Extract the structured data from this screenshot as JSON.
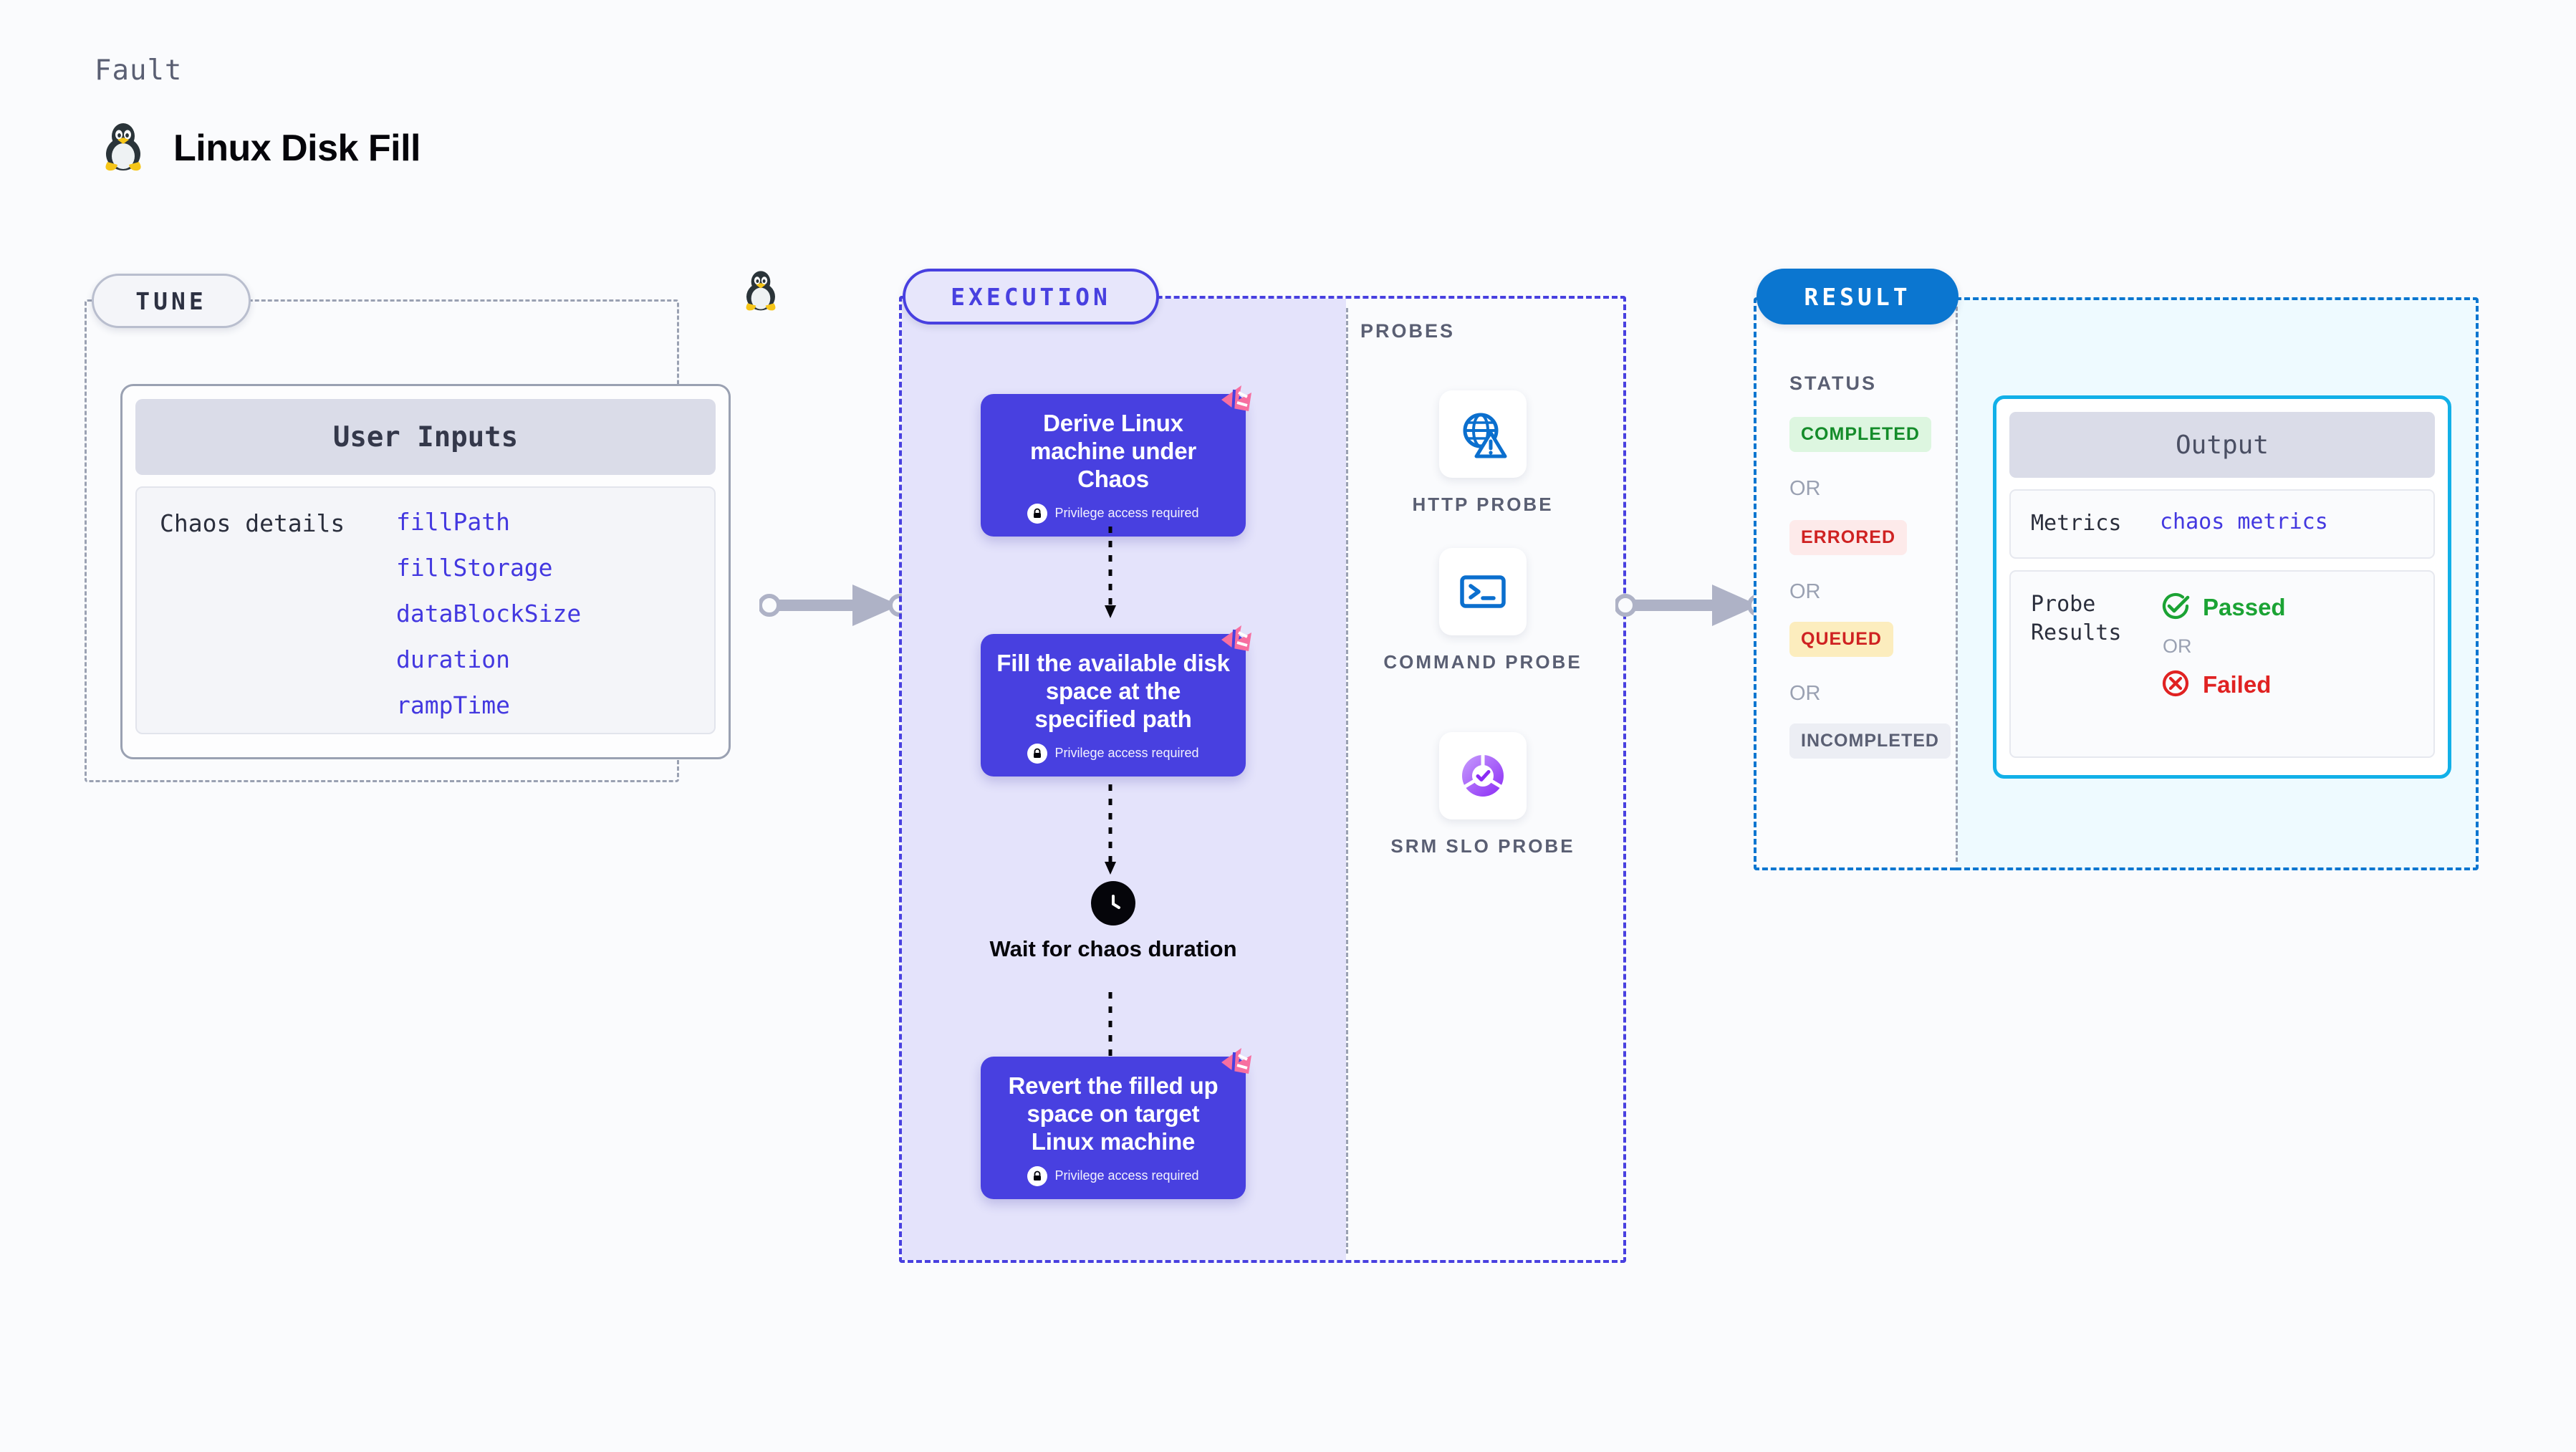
{
  "header": {
    "eyebrow": "Fault",
    "title": "Linux Disk Fill",
    "icon": "tux-penguin-icon"
  },
  "tune": {
    "pill_label": "TUNE",
    "edge_icon": "tux-penguin-icon",
    "card": {
      "header": "User Inputs",
      "rows": [
        {
          "key": "Chaos details",
          "values": [
            "fillPath",
            "fillStorage",
            "dataBlockSize",
            "duration",
            "rampTime"
          ]
        }
      ]
    }
  },
  "execution": {
    "pill_label": "EXECUTION",
    "steps": [
      {
        "title": "Derive Linux machine under Chaos",
        "privilege": "Privilege access required",
        "badge": "chaos-flag-icon",
        "lock": "lock-icon"
      },
      {
        "title": "Fill the available disk space at the specified path",
        "privilege": "Privilege access required",
        "badge": "chaos-flag-icon",
        "lock": "lock-icon"
      },
      {
        "title": "Revert the filled up space on target Linux machine",
        "privilege": "Privilege access required",
        "badge": "chaos-flag-icon",
        "lock": "lock-icon"
      }
    ],
    "wait_node": {
      "icon": "clock-icon",
      "label": "Wait for chaos duration"
    }
  },
  "probes": {
    "label": "PROBES",
    "items": [
      {
        "name": "HTTP PROBE",
        "icon": "globe-warning-icon"
      },
      {
        "name": "COMMAND PROBE",
        "icon": "terminal-icon"
      },
      {
        "name": "SRM SLO PROBE",
        "icon": "slo-donut-check-icon"
      }
    ]
  },
  "result": {
    "pill_label": "RESULT",
    "status_label": "STATUS",
    "or_label": "OR",
    "statuses": [
      {
        "label": "COMPLETED",
        "text_color": "#148c2a",
        "bg_color": "#ddf6e0"
      },
      {
        "label": "ERRORED",
        "text_color": "#cf2222",
        "bg_color": "#fdeaea"
      },
      {
        "label": "QUEUED",
        "text_color": "#cf2222",
        "bg_color": "#fcedbe"
      },
      {
        "label": "INCOMPLETED",
        "text_color": "#5a5f73",
        "bg_color": "#eceef4"
      }
    ],
    "output": {
      "header": "Output",
      "metrics_key": "Metrics",
      "metrics_value": "chaos metrics",
      "probe_results_key": "Probe Results",
      "passed_label": "Passed",
      "failed_label": "Failed",
      "or_label": "OR",
      "passed_icon": "check-circle-icon",
      "failed_icon": "x-circle-icon"
    }
  },
  "connectors": [
    {
      "name": "tune-to-execution-arrow"
    },
    {
      "name": "probes-to-result-arrow"
    }
  ],
  "colors": {
    "background": "#fafbfd",
    "execution_accent": "#4840e0",
    "execution_panel": "#e4e3fb",
    "result_accent": "#0b76d0",
    "result_panel": "#eefaff",
    "output_border": "#12b0e8",
    "tune_accent": "#9aa1b2",
    "flag_pink": "#f76fa0",
    "probe_blue": "#0b6fce",
    "slo_purple": "#9a4dfa"
  }
}
